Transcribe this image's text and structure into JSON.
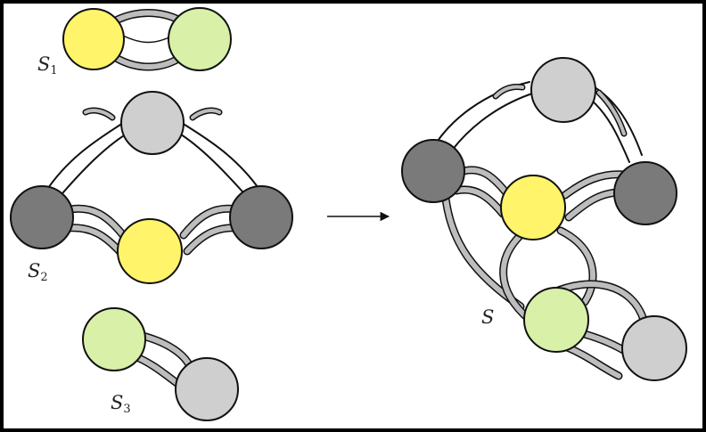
{
  "labels": {
    "s1": {
      "main": "S",
      "sub": "1"
    },
    "s2": {
      "main": "S",
      "sub": "2"
    },
    "s3": {
      "main": "S",
      "sub": "3"
    },
    "s": {
      "main": "S"
    }
  },
  "colors": {
    "yellow": "#fff46a",
    "light_green": "#d8f0a8",
    "light_gray": "#cfcfcf",
    "dark_gray": "#7a7a7a",
    "outline": "#111111",
    "band": "#bdbdbd"
  },
  "arrow": {
    "direction": "right"
  }
}
